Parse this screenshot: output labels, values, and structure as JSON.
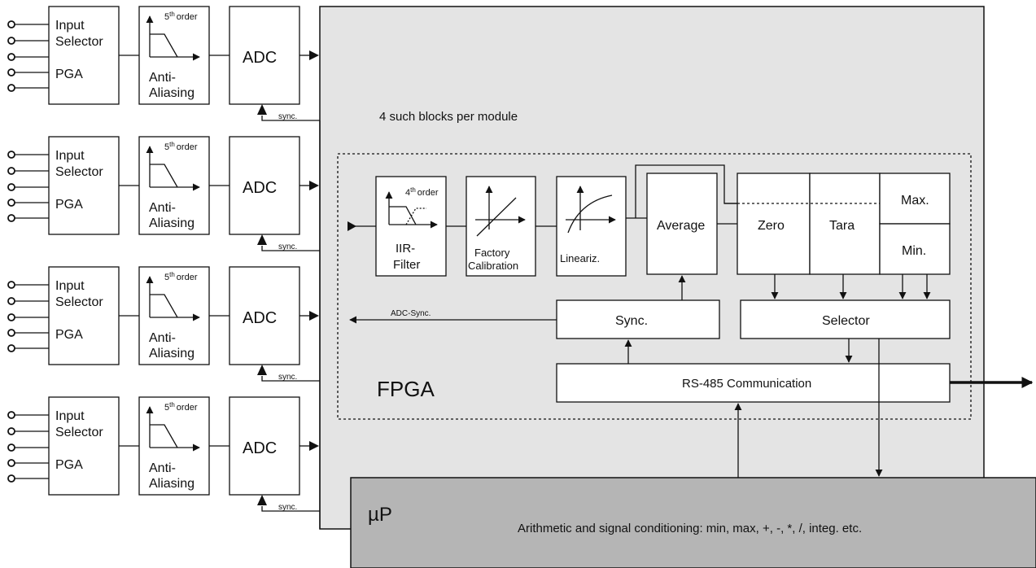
{
  "channel_blocks": [
    {
      "selector_line1": "Input",
      "selector_line2": "Selector",
      "pga": "PGA",
      "filter_order_base": "5",
      "filter_order_sup": "th",
      "filter_order_word": "order",
      "anti_line1": "Anti-",
      "anti_line2": "Aliasing",
      "adc": "ADC",
      "sync": "sync."
    },
    {
      "selector_line1": "Input",
      "selector_line2": "Selector",
      "pga": "PGA",
      "filter_order_base": "5",
      "filter_order_sup": "th",
      "filter_order_word": "order",
      "anti_line1": "Anti-",
      "anti_line2": "Aliasing",
      "adc": "ADC",
      "sync": "sync."
    },
    {
      "selector_line1": "Input",
      "selector_line2": "Selector",
      "pga": "PGA",
      "filter_order_base": "5",
      "filter_order_sup": "th",
      "filter_order_word": "order",
      "anti_line1": "Anti-",
      "anti_line2": "Aliasing",
      "adc": "ADC",
      "sync": "sync."
    },
    {
      "selector_line1": "Input",
      "selector_line2": "Selector",
      "pga": "PGA",
      "filter_order_base": "5",
      "filter_order_sup": "th",
      "filter_order_word": "order",
      "anti_line1": "Anti-",
      "anti_line2": "Aliasing",
      "adc": "ADC",
      "sync": "sync."
    }
  ],
  "note": "4 such blocks per module",
  "fpga": {
    "label": "FPGA",
    "iir_order_base": "4",
    "iir_order_sup": "th",
    "iir_order_word": "order",
    "iir_line1": "IIR-",
    "iir_line2": "Filter",
    "factory_line1": "Factory",
    "factory_line2": "Calibration",
    "lineariz": "Lineariz.",
    "average": "Average",
    "zero": "Zero",
    "tara": "Tara",
    "max": "Max.",
    "min": "Min.",
    "sync": "Sync.",
    "selector": "Selector",
    "adc_sync": "ADC-Sync.",
    "rs485": "RS-485 Communication"
  },
  "up": {
    "label": "µP",
    "text": "Arithmetic and signal conditioning: min, max, +, -, *, /, integ. etc."
  },
  "colors": {
    "module_bg": "#e4e4e4",
    "up_bg": "#b5b5b5",
    "box_bg": "#ffffff",
    "line": "#111111"
  }
}
